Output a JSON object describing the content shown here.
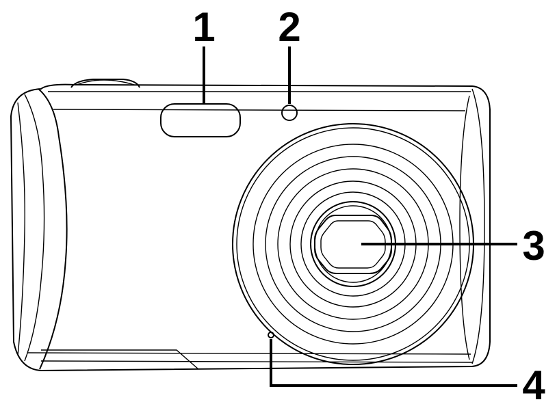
{
  "callouts": [
    {
      "id": "1",
      "label": "1",
      "part": "flash"
    },
    {
      "id": "2",
      "label": "2",
      "part": "self-timer-lamp"
    },
    {
      "id": "3",
      "label": "3",
      "part": "lens"
    },
    {
      "id": "4",
      "label": "4",
      "part": "microphone"
    }
  ],
  "colors": {
    "line": "#000000",
    "background": "#ffffff"
  }
}
